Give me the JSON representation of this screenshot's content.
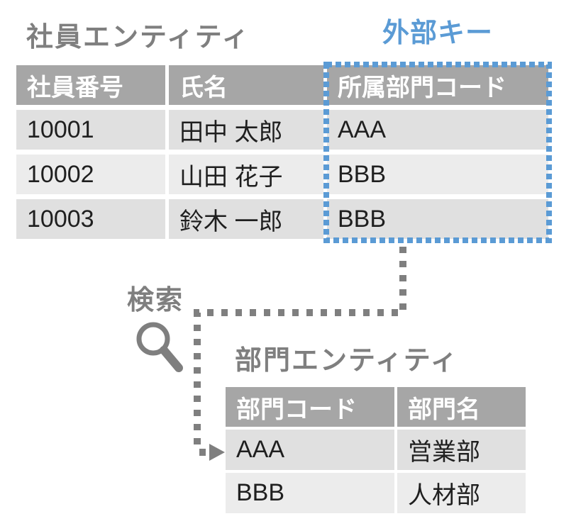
{
  "diagram": {
    "kind": "foreign-key-lookup-diagram",
    "annotations": {
      "foreign_key_label": "外部キー",
      "search_label": "検索",
      "search_icon": "magnifying-glass-icon",
      "connector_style": "gray-square-dotted-line-with-arrow"
    },
    "employee_entity": {
      "title": "社員エンティティ",
      "columns": [
        "社員番号",
        "氏名",
        "所属部門コード"
      ],
      "rows": [
        [
          "10001",
          "田中 太郎",
          "AAA"
        ],
        [
          "10002",
          "山田 花子",
          "BBB"
        ],
        [
          "10003",
          "鈴木 一郎",
          "BBB"
        ]
      ],
      "highlighted_column": "所属部門コード"
    },
    "department_entity": {
      "title": "部門エンティティ",
      "columns": [
        "部門コード",
        "部門名"
      ],
      "rows": [
        [
          "AAA",
          "営業部"
        ],
        [
          "BBB",
          "人材部"
        ]
      ],
      "arrow_points_to_row": "AAA"
    },
    "colors": {
      "accent_blue": "#5b9bd5",
      "title_gray": "#7f7f7f",
      "header_bg": "#a6a6a6",
      "header_text": "#ffffff",
      "row_dark": "#e0e0e0",
      "row_light": "#ececec",
      "cell_text": "#1f1f1f",
      "connector_gray": "#7f7f7f"
    }
  }
}
